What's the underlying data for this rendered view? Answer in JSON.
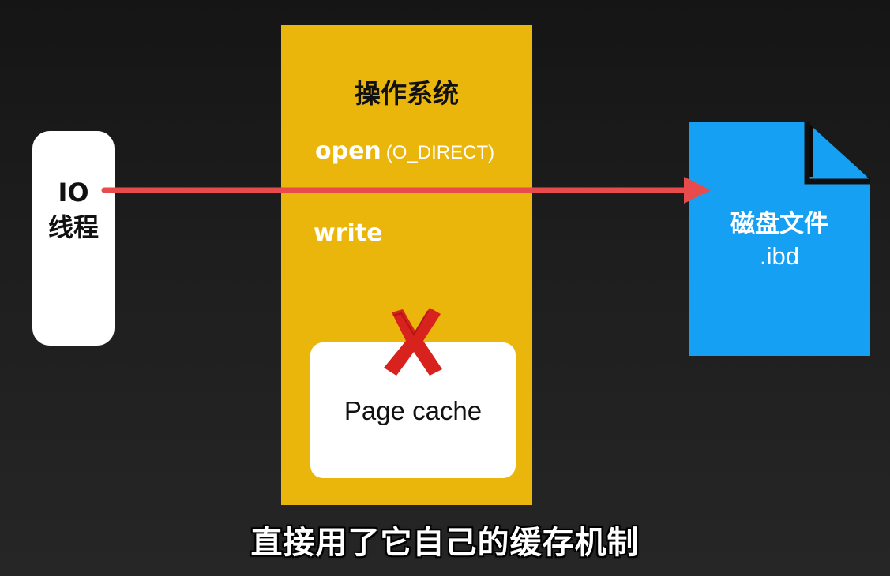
{
  "io_thread": {
    "line1": "IO",
    "line2": "线程"
  },
  "os": {
    "title": "操作系统",
    "open_keyword": "open",
    "open_arg": "(O_DIRECT)",
    "write_keyword": "write",
    "page_cache_label": "Page cache",
    "bypass_mark": "x-mark-icon"
  },
  "disk_file": {
    "name": "磁盘文件",
    "extension": ".ibd",
    "icon": "document-icon"
  },
  "subtitle": "直接用了它自己的缓存机制",
  "colors": {
    "background": "#1e1e1e",
    "os_panel": "#eab60b",
    "arrow": "#e84b4b",
    "file": "#16a0f3",
    "file_fold": "#0c7ed0",
    "x_mark": "#d8221e"
  }
}
